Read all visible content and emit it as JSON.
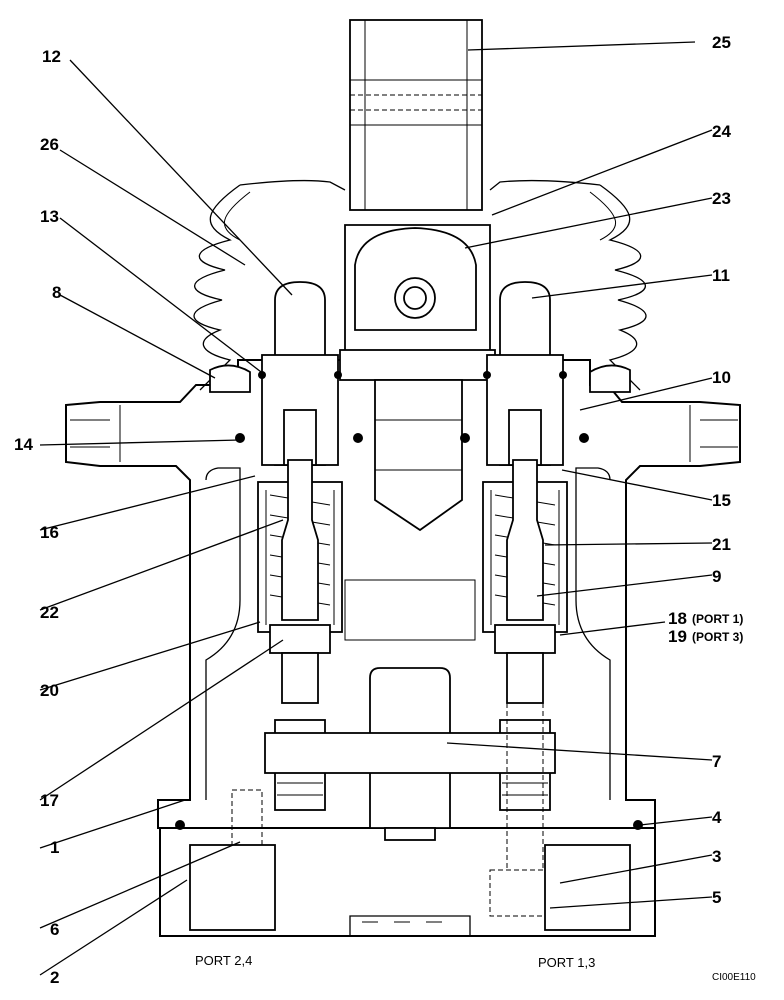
{
  "callouts": [
    {
      "id": "c25",
      "number": "25"
    },
    {
      "id": "c12",
      "number": "12"
    },
    {
      "id": "c24",
      "number": "24"
    },
    {
      "id": "c26",
      "number": "26"
    },
    {
      "id": "c23",
      "number": "23"
    },
    {
      "id": "c13",
      "number": "13"
    },
    {
      "id": "c11",
      "number": "11"
    },
    {
      "id": "c8",
      "number": "8"
    },
    {
      "id": "c10",
      "number": "10"
    },
    {
      "id": "c14",
      "number": "14"
    },
    {
      "id": "c15",
      "number": "15"
    },
    {
      "id": "c16",
      "number": "16"
    },
    {
      "id": "c21",
      "number": "21"
    },
    {
      "id": "c22",
      "number": "22"
    },
    {
      "id": "c9",
      "number": "9"
    },
    {
      "id": "c18",
      "number": "18",
      "sub": "(PORT 1)"
    },
    {
      "id": "c19",
      "number": "19",
      "sub": "(PORT 3)"
    },
    {
      "id": "c20",
      "number": "20"
    },
    {
      "id": "c7",
      "number": "7"
    },
    {
      "id": "c17",
      "number": "17"
    },
    {
      "id": "c4",
      "number": "4"
    },
    {
      "id": "c1",
      "number": "1"
    },
    {
      "id": "c3",
      "number": "3"
    },
    {
      "id": "c5",
      "number": "5"
    },
    {
      "id": "c6",
      "number": "6"
    },
    {
      "id": "c2",
      "number": "2"
    }
  ],
  "ports": {
    "left": "PORT 2,4",
    "right": "PORT 1,3"
  },
  "drawing_code": "CI00E110"
}
